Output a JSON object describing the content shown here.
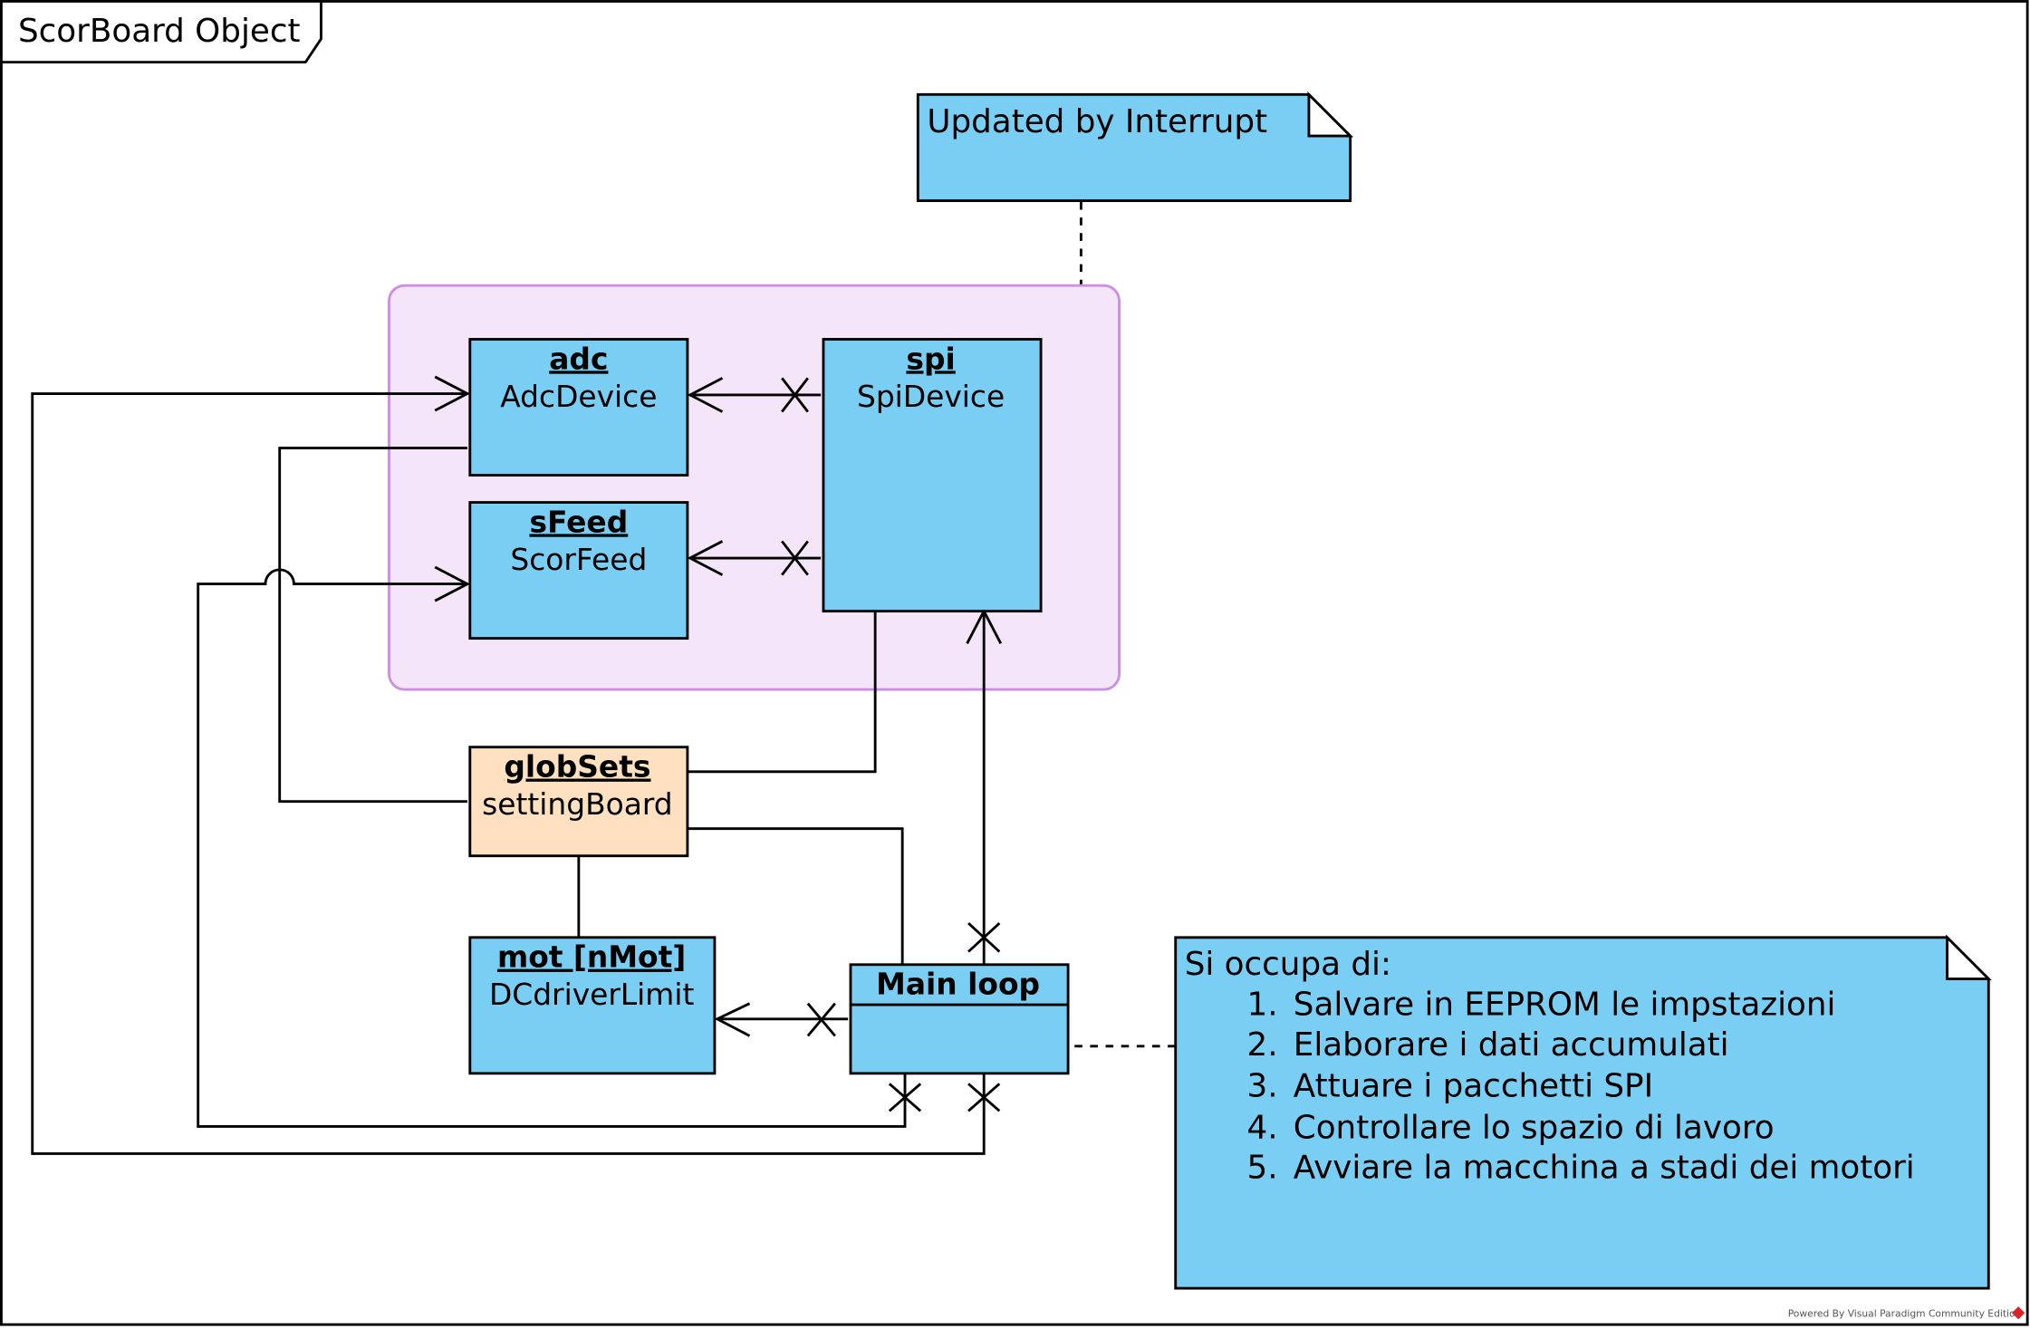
{
  "frame": {
    "label": "ScorBoard Object"
  },
  "colors": {
    "object_fill": "#7ACEF4",
    "settings_fill": "#FFE0C1",
    "note_fill": "#7ACEF4",
    "group_fill": "#F4E6F8",
    "group_stroke": "#CC8FE2",
    "line": "#000000",
    "logo": "#D9242A"
  },
  "notes": {
    "interrupt": {
      "text": "Updated by Interrupt"
    },
    "main_loop": {
      "heading": "Si occupa di:",
      "items": [
        {
          "number": "1.",
          "text": "Salvare in EEPROM le impstazioni"
        },
        {
          "number": "2.",
          "text": "Elaborare i dati accumulati"
        },
        {
          "number": "3.",
          "text": "Attuare i pacchetti SPI"
        },
        {
          "number": "4.",
          "text": "Controllare lo spazio di lavoro"
        },
        {
          "number": "5.",
          "text": "Avviare la macchina a stadi dei motori"
        }
      ]
    }
  },
  "objects": {
    "adc": {
      "name": "adc",
      "class": "AdcDevice"
    },
    "sfeed": {
      "name": "sFeed",
      "class": "ScorFeed"
    },
    "spi": {
      "name": "spi",
      "class": "SpiDevice"
    },
    "globsets": {
      "name": "globSets",
      "class": "settingBoard"
    },
    "mot": {
      "name": "mot [nMot]",
      "class": "DCdriverLimit"
    },
    "main_loop": {
      "name": "Main loop"
    }
  },
  "footer": {
    "text": "Powered By Visual Paradigm Community Edition"
  }
}
